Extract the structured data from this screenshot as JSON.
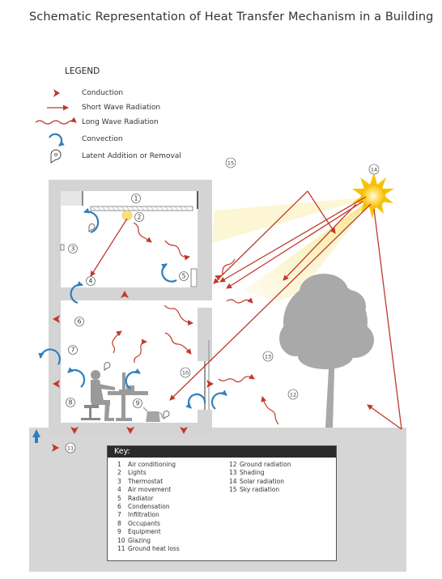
{
  "title": "Schematic Representation of Heat Transfer Mechanism in a Building",
  "legend": {
    "title": "LEGEND",
    "items": [
      {
        "label": "Conduction",
        "icon": "conduction-arrow-icon"
      },
      {
        "label": "Short Wave Radiation",
        "icon": "short-wave-arrow-icon"
      },
      {
        "label": "Long Wave Radiation",
        "icon": "long-wave-arrow-icon"
      },
      {
        "label": "Convection",
        "icon": "convection-arrow-icon"
      },
      {
        "label": "Latent Addition or Removal",
        "icon": "latent-swirl-icon"
      }
    ]
  },
  "callouts": [
    "1",
    "2",
    "3",
    "4",
    "5",
    "6",
    "7",
    "8",
    "9",
    "10",
    "11",
    "12",
    "13",
    "14",
    "15"
  ],
  "key": {
    "title": "Key:",
    "left": [
      {
        "num": "1",
        "label": "Air conditioning"
      },
      {
        "num": "2",
        "label": "Lights"
      },
      {
        "num": "3",
        "label": "Thermostat"
      },
      {
        "num": "4",
        "label": "Air movement"
      },
      {
        "num": "5",
        "label": "Radiator"
      },
      {
        "num": "6",
        "label": "Condensation"
      },
      {
        "num": "7",
        "label": "Infiltration"
      },
      {
        "num": "8",
        "label": "Occupants"
      },
      {
        "num": "9",
        "label": "Equipment"
      },
      {
        "num": "10",
        "label": "Glazing"
      },
      {
        "num": "11",
        "label": "Ground heat loss"
      }
    ],
    "right": [
      {
        "num": "12",
        "label": "Ground radiation"
      },
      {
        "num": "13",
        "label": "Shading"
      },
      {
        "num": "14",
        "label": "Solar radiation"
      },
      {
        "num": "15",
        "label": "Sky radiation"
      }
    ]
  },
  "colors": {
    "heat_arrow": "#c0392b",
    "convection": "#2f7fbf",
    "wall": "#d4d4d4",
    "ground": "#d6d6d6",
    "tree": "#a9a9a9",
    "sun": "#f5c400",
    "beam": "#f7eaa0",
    "key_header": "#2b2b2b"
  }
}
